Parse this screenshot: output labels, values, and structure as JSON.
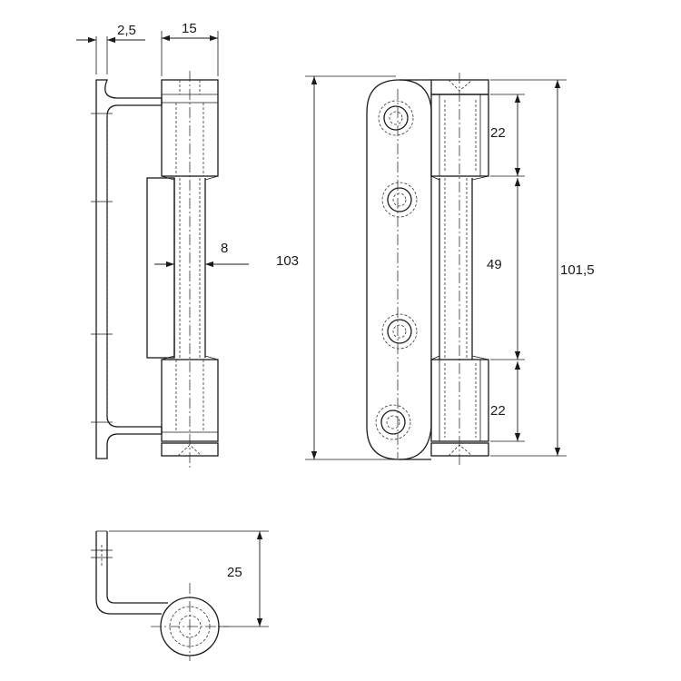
{
  "dimensions": {
    "bracket_thickness": "2,5",
    "knuckle_width": "15",
    "pin_diameter": "8",
    "overall_leaf_height": "103",
    "top_knuckle_length": "22",
    "middle_gap": "49",
    "bottom_knuckle_length": "22",
    "overall_knuckle_height": "101,5",
    "depth": "25"
  }
}
